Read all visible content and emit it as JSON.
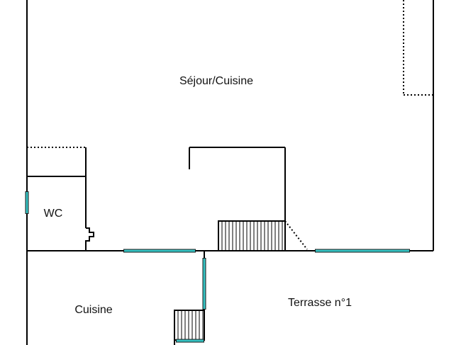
{
  "rooms": [
    {
      "id": "sejour",
      "label": "Séjour/Cuisine"
    },
    {
      "id": "wc",
      "label": "WC"
    },
    {
      "id": "cuisine",
      "label": "Cuisine"
    },
    {
      "id": "terrasse",
      "label": "Terrasse n°1"
    }
  ],
  "colors": {
    "wall": "#000000",
    "window": "#35c2c2",
    "background": "#ffffff"
  }
}
